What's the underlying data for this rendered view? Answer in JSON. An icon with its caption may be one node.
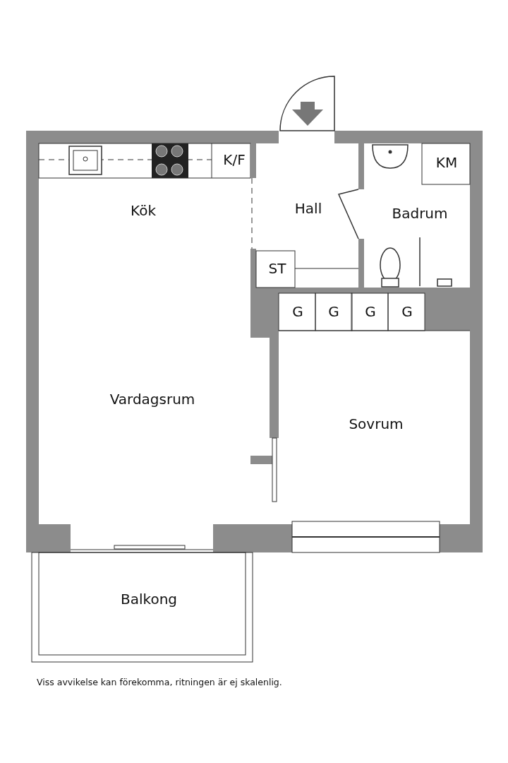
{
  "diagram": {
    "caption": "Viss avvikelse kan förekomma, ritningen är ej skalenlig.",
    "labels": [
      "K/F",
      "KM",
      "Kök",
      "Hall",
      "Badrum",
      "ST",
      "G",
      "G",
      "G",
      "G",
      "Vardagsrum",
      "Sovrum",
      "Balkong"
    ]
  }
}
